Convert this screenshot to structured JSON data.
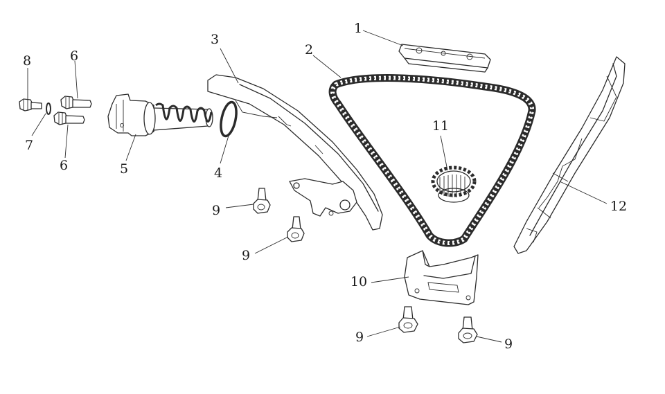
{
  "callouts": {
    "c1": "1",
    "c2": "2",
    "c3": "3",
    "c4": "4",
    "c5": "5",
    "c6a": "6",
    "c6b": "6",
    "c7": "7",
    "c8": "8",
    "c9a": "9",
    "c9b": "9",
    "c9c": "9",
    "c9d": "9",
    "c10": "10",
    "c11": "11",
    "c12": "12"
  }
}
